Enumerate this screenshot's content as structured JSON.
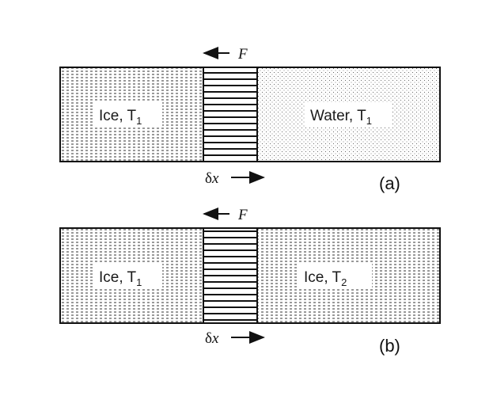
{
  "panels": [
    {
      "force_label": "F",
      "left_label": {
        "text": "Ice, T",
        "sub": "1"
      },
      "right_label": {
        "text": "Water, T",
        "sub": "1"
      },
      "displacement_delta": "δ",
      "displacement_var": "x",
      "panel_tag": "(a)"
    },
    {
      "force_label": "F",
      "left_label": {
        "text": "Ice, T",
        "sub": "1"
      },
      "right_label": {
        "text": "Ice, T",
        "sub": "2"
      },
      "displacement_delta": "δ",
      "displacement_var": "x",
      "panel_tag": "(b)"
    }
  ]
}
